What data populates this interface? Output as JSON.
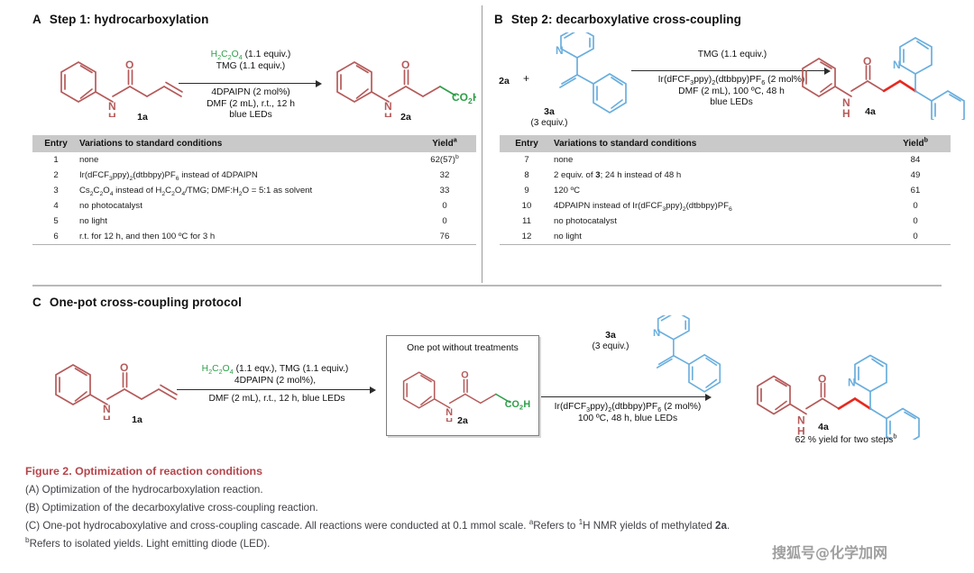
{
  "figure": {
    "panels": {
      "a": {
        "letter": "A",
        "title": "Step 1: hydrocarboxylation",
        "scheme": {
          "reactant_label": "1a",
          "product_label": "2a",
          "conditions_above": [
            "H2C2O4 (1.1 equiv.)",
            "TMG (1.1 equiv.)"
          ],
          "conditions_above_reagent": "H",
          "conditions_below": [
            "4DPAIPN (2 mol%)",
            "DMF (2 mL), r.t., 12 h",
            "blue LEDs"
          ],
          "product_group": "CO",
          "product_group_sub": "2",
          "product_group_tail": "H"
        },
        "table": {
          "headers": [
            "Entry",
            "Variations to standard conditions",
            "Yield"
          ],
          "yield_note": "a",
          "rows": [
            {
              "entry": "1",
              "variation": "none",
              "yield": "62(57)",
              "yield_note": "b"
            },
            {
              "entry": "2",
              "variation": "Ir(dFCF3ppy)2(dtbbpy)PF6 instead of 4DPAIPN",
              "yield": "32",
              "yield_note": ""
            },
            {
              "entry": "3",
              "variation": "Cs2C2O4 instead of H2C2O4/TMG; DMF:H2O = 5:1 as solvent",
              "yield": "33",
              "yield_note": ""
            },
            {
              "entry": "4",
              "variation": "no photocatalyst",
              "yield": "0",
              "yield_note": ""
            },
            {
              "entry": "5",
              "variation": "no light",
              "yield": "0",
              "yield_note": ""
            },
            {
              "entry": "6",
              "variation": "r.t. for 12 h, and then 100 ºC for 3 h",
              "yield": "76",
              "yield_note": ""
            }
          ]
        }
      },
      "b": {
        "letter": "B",
        "title": "Step 2: decarboxylative cross-coupling",
        "scheme": {
          "reactant_1": "2a",
          "plus": "+",
          "reactant_2_label": "3a",
          "reactant_2_equiv": "(3 equiv.)",
          "product_label": "4a",
          "conditions_above": [
            "TMG (1.1 equiv.)"
          ],
          "conditions_below": [
            "Ir(dFCF3ppy)2(dtbbpy)PF6 (2 mol%)",
            "DMF (2 mL), 100 ºC, 48 h",
            "blue LEDs"
          ]
        },
        "table": {
          "headers": [
            "Entry",
            "Variations to standard conditions",
            "Yield"
          ],
          "yield_note": "b",
          "rows": [
            {
              "entry": "7",
              "variation": "none",
              "yield": "84"
            },
            {
              "entry": "8",
              "variation": "2 equiv. of 3; 24 h instead of 48 h",
              "yield": "49"
            },
            {
              "entry": "9",
              "variation": "120 ºC",
              "yield": "61"
            },
            {
              "entry": "10",
              "variation": "4DPAIPN instead of Ir(dFCF3ppy)2(dtbbpy)PF6",
              "yield": "0"
            },
            {
              "entry": "11",
              "variation": "no photocatalyst",
              "yield": "0"
            },
            {
              "entry": "12",
              "variation": "no light",
              "yield": "0"
            }
          ]
        }
      },
      "c": {
        "letter": "C",
        "title": "One-pot cross-coupling protocol",
        "scheme": {
          "reactant_label": "1a",
          "step1_conditions": [
            "H2C2O4 (1.1 eqv.), TMG (1.1 equiv.)",
            "4DPAIPN (2 mol%),",
            "DMF (2 mL), r.t., 12 h, blue LEDs"
          ],
          "pot_caption": "One pot without treatments",
          "pot_label": "2a",
          "reagent_label": "3a",
          "reagent_equiv": "(3 equiv.)",
          "step2_conditions": [
            "Ir(dFCF3ppy)2(dtbbpy)PF6 (2 mol%)",
            "100 ºC, 48 h, blue LEDs"
          ],
          "product_label": "4a",
          "product_yield": "62 % yield for two steps",
          "product_yield_note": "b"
        }
      }
    },
    "caption": {
      "title": "Figure 2.  Optimization of reaction conditions",
      "line_a": "(A) Optimization of the hydrocarboxylation reaction.",
      "line_b": "(B) Optimization of the decarboxylative cross-coupling reaction.",
      "line_c_part1": "(C) One-pot hydrocaboxylative and cross-coupling cascade. All reactions were conducted at 0.1 mmol scale. ",
      "line_c_sup1": "a",
      "line_c_part2": "Refers to ",
      "line_c_sup2": "1",
      "line_c_part3": "H NMR yields of methylated ",
      "line_c_bold": "2a",
      "line_c_part4": ".",
      "line_d_sup": "b",
      "line_d": "Refers to isolated yields. Light emitting diode (LED)."
    },
    "watermark": "搜狐号@化学加网",
    "colors": {
      "structure_red": "#b55a5a",
      "structure_blue": "#6aaedd",
      "accent_green": "#2e9e48",
      "highlight_red": "#e8281e",
      "caption_title": "#b4454b",
      "header_gray": "#c9c9c9"
    }
  }
}
